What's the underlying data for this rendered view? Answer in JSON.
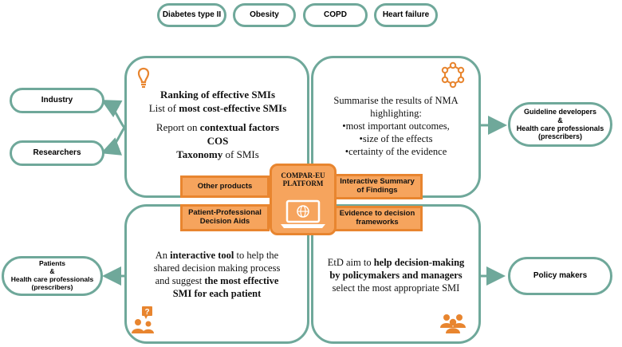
{
  "conditions": [
    "Diabetes type II",
    "Obesity",
    "COPD",
    "Heart failure"
  ],
  "stakeholders": {
    "industry": "Industry",
    "researchers": "Researchers",
    "guideline_line1": "Guideline developers",
    "guideline_line2": "&",
    "guideline_line3": "Health care professionals",
    "guideline_line4": "(prescribers)",
    "patients_line1": "Patients",
    "patients_line2": "&",
    "patients_line3": "Health care professionals",
    "patients_line4": "(prescribers)",
    "policy": "Policy makers"
  },
  "top_left": {
    "l1": "Ranking of effective SMIs",
    "l2a": "List of ",
    "l2b": "most cost-effective SMIs",
    "l3a": "Report on ",
    "l3b": "contextual factors",
    "l4": "COS",
    "l5a": "Taxonomy",
    "l5b": " of SMIs"
  },
  "top_right": {
    "l1": "Summarise the results of NMA",
    "l2": "highlighting:",
    "l3": "•most important outcomes,",
    "l4": "•size of the effects",
    "l5": "•certainty of the evidence"
  },
  "bottom_left": {
    "l1a": "An ",
    "l1b": "interactive tool",
    "l1c": " to help the",
    "l2": "shared decision making  process",
    "l3a": "and suggest ",
    "l3b": " the most effective",
    "l4": "SMI for each patient"
  },
  "bottom_right": {
    "l1a": "EtD aim to ",
    "l1b": "help decision-making",
    "l2": "by policymakers   and managers",
    "l3": "select the most appropriate SMI"
  },
  "platform": {
    "l1": "COMPAR-EU",
    "l2": "PLATFORM",
    "other_products": "Other products",
    "summary_l1": "Interactive Summary",
    "summary_l2": "of Findings",
    "decision_l1": "Patient-Professional",
    "decision_l2": "Decision Aids",
    "etd_l1": "Evidence to decision",
    "etd_l2": "frameworks"
  },
  "colors": {
    "teal": "#6fa89a",
    "orange_fill": "#f6a45d",
    "orange_border": "#e8852f"
  }
}
